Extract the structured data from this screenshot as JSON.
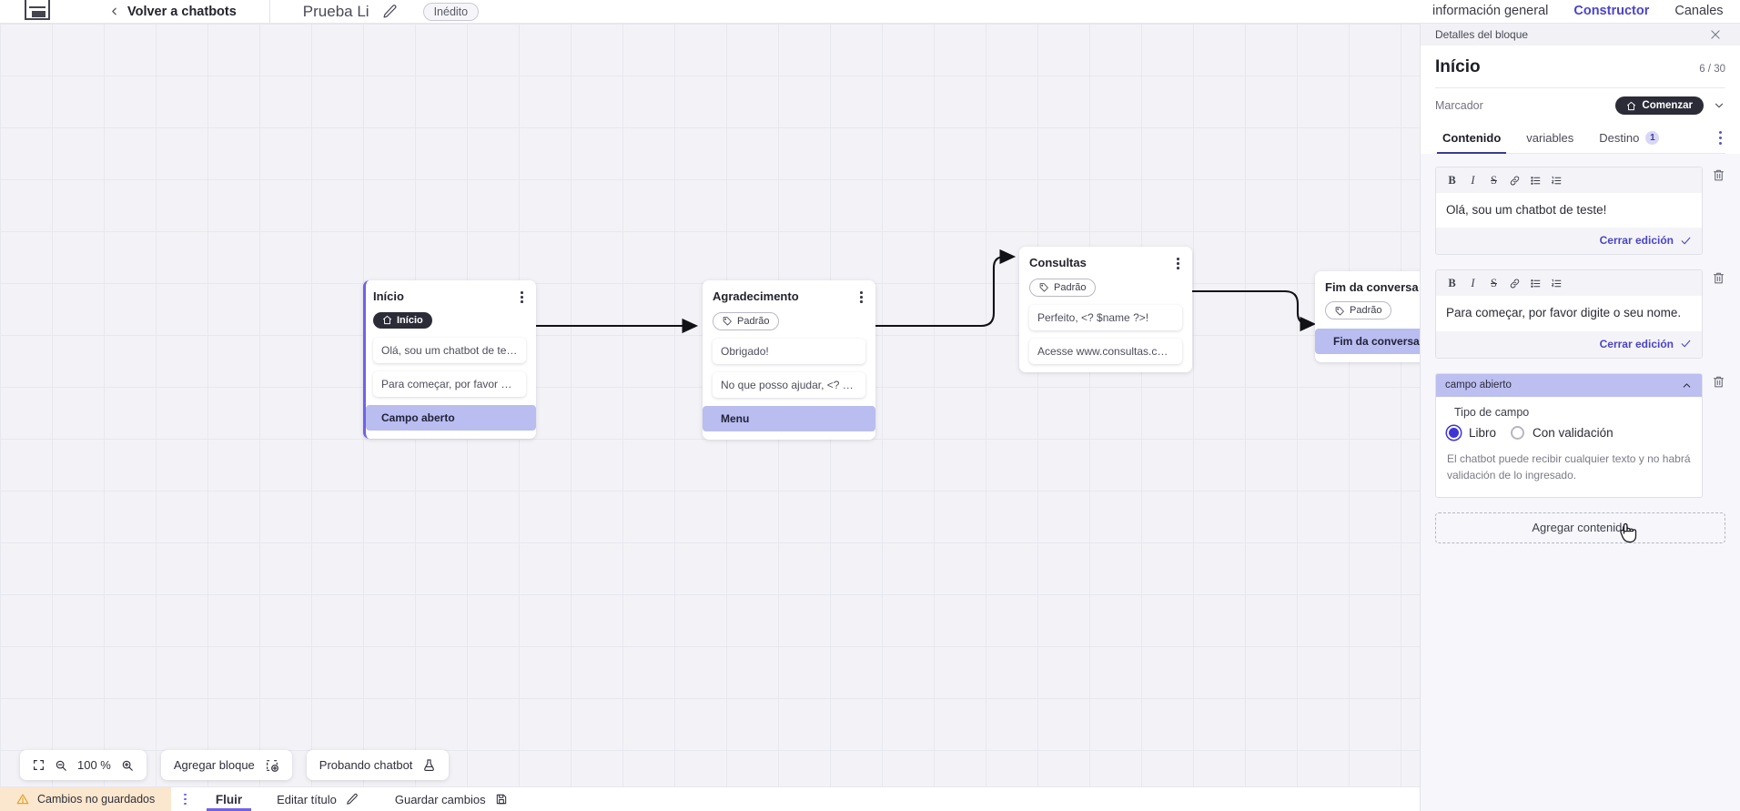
{
  "topbar": {
    "logo": "vtex-logo",
    "back_label": "Volver a chatbots",
    "bot_title": "Prueba Li",
    "edit_icon": "pencil-icon",
    "status_badge": "Inédito",
    "tabs": [
      {
        "label": "información general",
        "active": false
      },
      {
        "label": "Constructor",
        "active": true
      },
      {
        "label": "Canales",
        "active": false
      }
    ]
  },
  "canvas": {
    "zoom_level": "100 %",
    "nodes": [
      {
        "title": "Início",
        "tag": "Início",
        "tag_type": "start",
        "tag_icon": "home-icon",
        "selected": true,
        "messages": [
          "Olá, sou um chatbot de teste!",
          "Para começar, por favor digite o ..."
        ],
        "action": "Campo aberto"
      },
      {
        "title": "Agradecimento",
        "tag": "Padrão",
        "tag_type": "default",
        "tag_icon": "tag-icon",
        "selected": false,
        "messages": [
          "Obrigado!",
          "No que posso ajudar, <? $name ..."
        ],
        "action": "Menu"
      },
      {
        "title": "Consultas",
        "tag": "Padrão",
        "tag_type": "default",
        "tag_icon": "tag-icon",
        "selected": false,
        "messages": [
          "Perfeito, <? $name ?>!",
          "Acesse www.consultas.com par..."
        ],
        "action": null
      },
      {
        "title": "Fim da conversa",
        "tag": "Padrão",
        "tag_type": "default",
        "tag_icon": "tag-icon",
        "selected": false,
        "messages": [],
        "action": "Fim da conversa"
      }
    ],
    "toolbar": {
      "fit_icon": "fit-screen-icon",
      "zoom_out_icon": "zoom-out-icon",
      "zoom_in_icon": "zoom-in-icon",
      "add_block_label": "Agregar bloque",
      "add_block_icon": "add-block-icon",
      "test_bot_label": "Probando chatbot",
      "test_bot_icon": "flask-icon"
    }
  },
  "statusbar": {
    "unsaved_label": "Cambios no guardados",
    "warning_icon": "warning-icon",
    "kebab_icon": "kebab-icon",
    "tabs": [
      {
        "label": "Fluir",
        "active": true
      }
    ],
    "edit_title_label": "Editar título",
    "edit_title_icon": "pencil-icon",
    "save_label": "Guardar cambios",
    "save_icon": "save-icon"
  },
  "panel": {
    "header_title": "Detalles del bloque",
    "close_icon": "close-icon",
    "title": "Início",
    "counter": "6 / 30",
    "marcador_label": "Marcador",
    "marcador_chip": "Comenzar",
    "marcador_chip_icon": "home-icon",
    "marcador_chevron": "chevron-down-icon",
    "tabs": [
      {
        "label": "Contenido",
        "active": true,
        "badge": null
      },
      {
        "label": "variables",
        "active": false,
        "badge": null
      },
      {
        "label": "Destino",
        "active": false,
        "badge": "1"
      }
    ],
    "tabs_kebab": "kebab-icon",
    "toolbar_buttons": [
      {
        "icon": "bold-icon",
        "glyph": "B"
      },
      {
        "icon": "italic-icon",
        "glyph": "I"
      },
      {
        "icon": "strikethrough-icon",
        "glyph": "S"
      },
      {
        "icon": "link-icon",
        "glyph": "❦"
      },
      {
        "icon": "bullet-list-icon",
        "glyph": "☰"
      },
      {
        "icon": "numbered-list-icon",
        "glyph": "≡"
      }
    ],
    "editors": [
      {
        "text": "Olá, sou um chatbot de teste!",
        "close_label": "Cerrar edición",
        "delete_icon": "trash-icon"
      },
      {
        "text": "Para começar, por favor digite o seu nome.",
        "close_label": "Cerrar edición",
        "delete_icon": "trash-icon"
      }
    ],
    "field_block": {
      "header": "campo abierto",
      "collapse_icon": "chevron-up-icon",
      "delete_icon": "trash-icon",
      "type_label": "Tipo de campo",
      "options": [
        {
          "label": "Libro",
          "selected": true
        },
        {
          "label": "Con validación",
          "selected": false
        }
      ],
      "description": "El chatbot puede recibir cualquier texto y no habrá validación de lo ingresado."
    },
    "add_content_label": "Agregar contenido"
  },
  "colors": {
    "accent": "#4b44c9",
    "action_block": "#b9bdf0",
    "warning_bg": "#fbe7cd",
    "canvas_bg": "#f3f3f7",
    "dark_chip": "#2c2c38"
  }
}
